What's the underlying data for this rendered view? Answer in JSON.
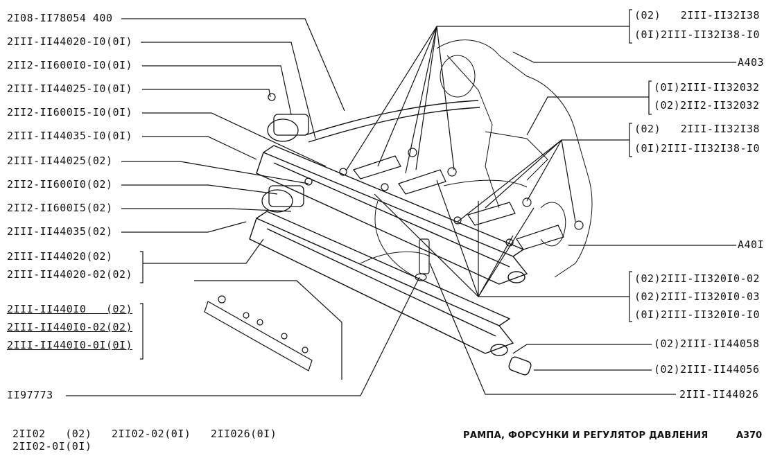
{
  "left_labels": [
    "2I08-II78054 400",
    "2III-II44020-I0(0I)",
    "2II2-II600I0-I0(0I)",
    "2III-II44025-I0(0I)",
    "2II2-II600I5-I0(0I)",
    "2III-II44035-I0(0I)",
    "2III-II44025(02)",
    "2II2-II600I0(02)",
    "2II2-II600I5(02)",
    "2III-II44035(02)",
    "2III-II44020(02)",
    "2III-II44020-02(02)"
  ],
  "rail_group": [
    "2III-II440I0   (02)",
    "2III-II440I0-02(02)",
    "2III-II440I0-0I(0I)"
  ],
  "bottom_left_label": "II97773",
  "right_labels": {
    "inj_a_1": "(02)   2III-II32I38",
    "inj_a_2": "(0I)2III-II32I38-I0",
    "a403": "A403",
    "clip_1": "(0I)2III-II32032",
    "clip_2": "(02)2II2-II32032",
    "inj_b_1": "(02)   2III-II32I38",
    "inj_b_2": "(0I)2III-II32I38-I0",
    "a401": "A40I",
    "ring_1": "(02)2III-II320I0-02",
    "ring_2": "(02)2III-II320I0-03",
    "ring_3": "(0I)2III-II320I0-I0",
    "cap_1": "(02)2III-II44058",
    "cap_2": "(02)2III-II44056",
    "bolt": "2III-II44026"
  },
  "footer": {
    "models_1": "2II02   (02)   2II02-02(0I)   2II026(0I)",
    "models_2": "2II02-0I(0I)",
    "title": "РАМПА, ФОРСУНКИ И РЕГУЛЯТОР ДАВЛЕНИЯ",
    "code": "A370"
  }
}
